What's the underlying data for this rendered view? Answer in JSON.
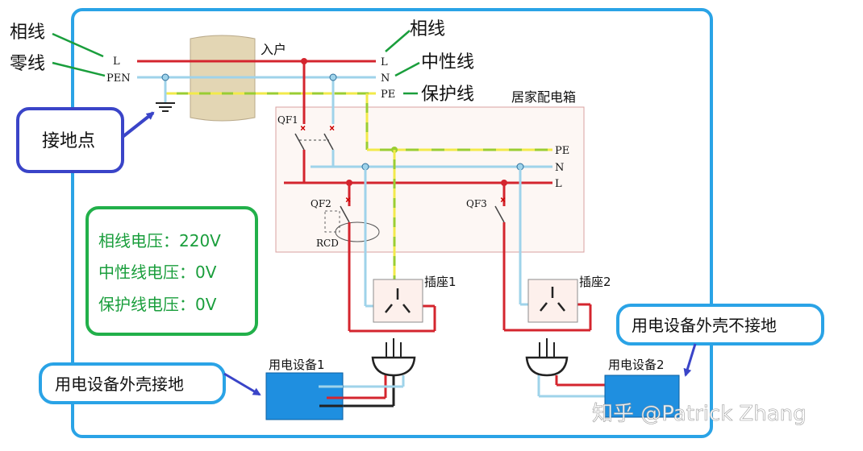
{
  "labels": {
    "phase_left": "相线",
    "neutral_left": "零线",
    "L_left": "L",
    "PEN_left": "PEN",
    "entry": "入户",
    "phase_right": "相线",
    "neutral_right": "中性线",
    "pe_right": "保护线",
    "L_right": "L",
    "N_right": "N",
    "PE_right": "PE",
    "home_box": "居家配电箱",
    "ground_point": "接地点",
    "qf1": "QF1",
    "qf2": "QF2",
    "qf3": "QF3",
    "rcd": "RCD",
    "bus_pe": "PE",
    "bus_n": "N",
    "bus_l": "L",
    "socket1": "插座1",
    "socket2": "插座2",
    "device1": "用电设备1",
    "device2": "用电设备2",
    "callout_grounded": "用电设备外壳接地",
    "callout_ungrounded": "用电设备外壳不接地",
    "voltage_phase": "相线电压：220V",
    "voltage_neutral": "中性线电压：0V",
    "voltage_pe": "保护线电压：0V",
    "watermark": "知乎 @Patrick Zhang"
  },
  "colors": {
    "frame": "#2aa3e6",
    "phase_wire": "#d4252e",
    "neutral_wire": "#9fd3ea",
    "pe_green": "#9acd32",
    "pe_yellow": "#f2ea4a",
    "annotation_green": "#1a9e3c",
    "callout_blue": "#3a44c8",
    "device_fill": "#1f8fe0",
    "ground_post": "#e3d6b4"
  }
}
